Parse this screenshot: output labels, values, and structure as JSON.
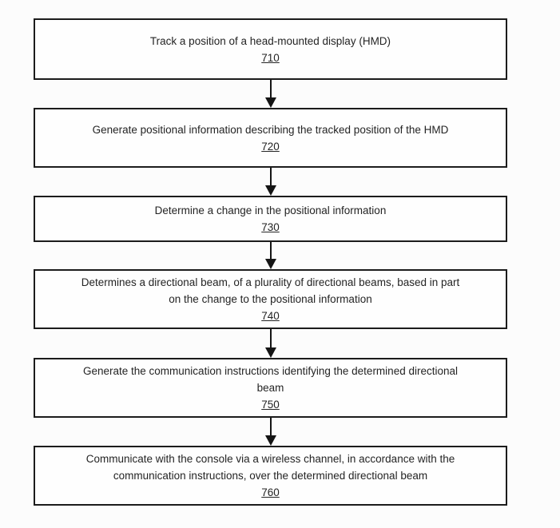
{
  "figure": {
    "type": "flowchart",
    "colors": {
      "box_border": "#1c1c1c",
      "box_fill": "#fefefe",
      "text": "#242424",
      "arrow": "#151515",
      "background": "#fcfcfc"
    },
    "steps": [
      {
        "number": "710",
        "lines": [
          "Track a position of a head-mounted display (HMD)"
        ]
      },
      {
        "number": "720",
        "lines": [
          "Generate positional information describing the tracked position of the HMD"
        ]
      },
      {
        "number": "730",
        "lines": [
          "Determine a change in the positional information"
        ]
      },
      {
        "number": "740",
        "lines": [
          "Determines a directional beam, of a plurality of directional beams, based in part",
          "on the change to the positional information"
        ]
      },
      {
        "number": "750",
        "lines": [
          "Generate the communication instructions identifying the determined directional",
          "beam"
        ]
      },
      {
        "number": "760",
        "lines": [
          "Communicate with the console via a wireless channel, in accordance with the",
          "communication instructions, over the determined directional beam"
        ]
      }
    ]
  }
}
